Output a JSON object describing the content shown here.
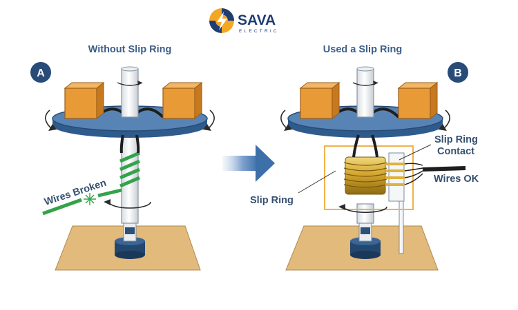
{
  "brand": {
    "name": "SAVA",
    "tagline": "ELECTRIC",
    "logo_colors": [
      "#f5a623",
      "#1f3d74"
    ]
  },
  "panel_left": {
    "title": "Without Slip Ring",
    "badge": "A",
    "callouts": {
      "wires_broken": "Wires Broken"
    }
  },
  "panel_right": {
    "title": "Used a Slip Ring",
    "badge": "B",
    "callouts": {
      "slip_ring": "Slip Ring",
      "slip_ring_contact_line1": "Slip Ring",
      "slip_ring_contact_line2": "Contact",
      "wires_ok": "Wires OK"
    }
  },
  "transition_arrow_icon": "right-arrow-icon",
  "colors": {
    "disc": "#4d77a8",
    "block": "#e79a36",
    "shaft": "#ffffff",
    "base": "#e1ba7c",
    "bearing": "#23476f",
    "wire_green": "#33a34a",
    "slip_ring_gold": "#d2a62e",
    "highlight_box": "#f0b24b",
    "badge": "#284b78"
  }
}
